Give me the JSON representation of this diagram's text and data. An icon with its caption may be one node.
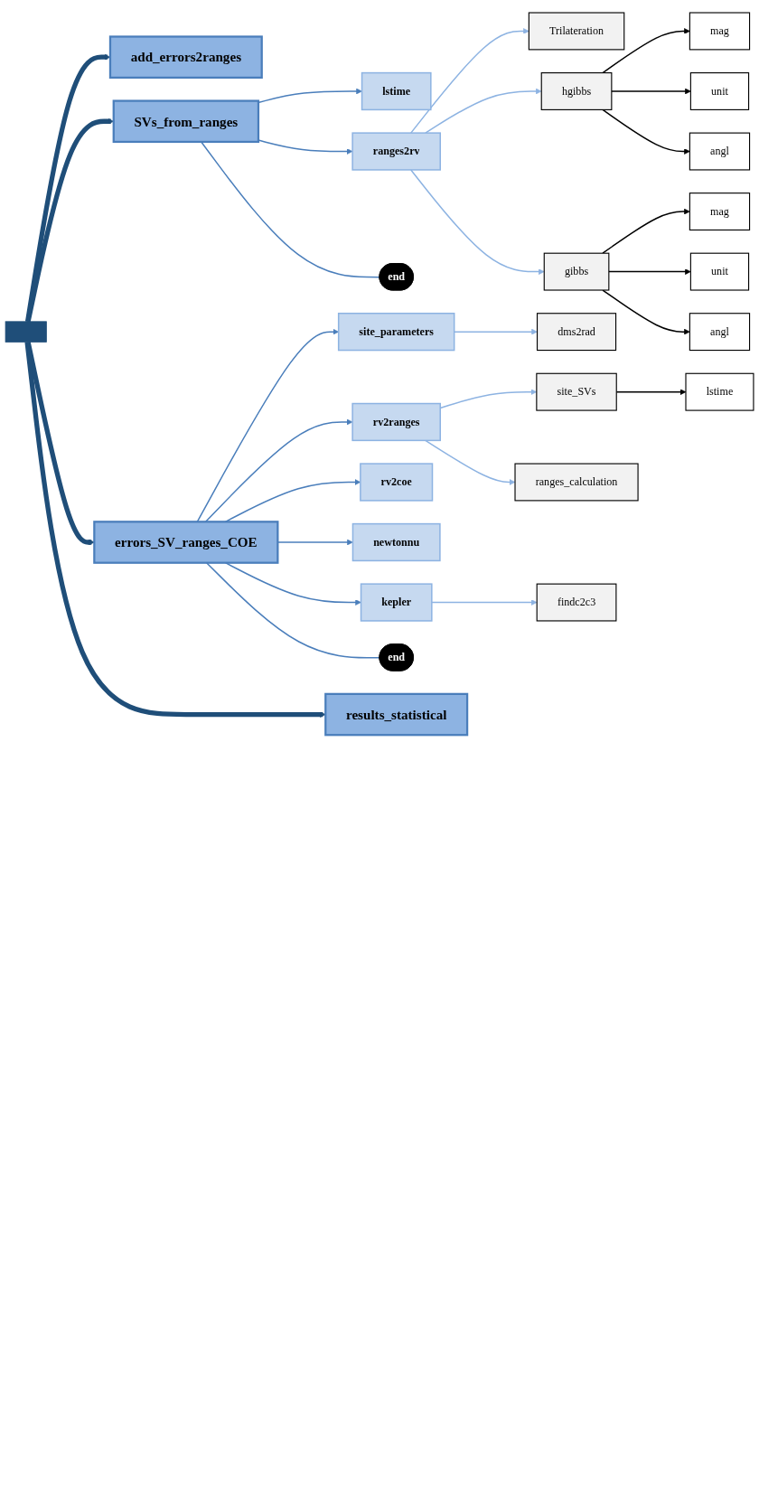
{
  "diagram": {
    "nodes": [
      {
        "text": [],
        "shape": "bar"
      },
      {
        "text": [
          "add_errors2ranges"
        ]
      },
      {
        "text": [
          "SVs_from_ranges"
        ]
      },
      {
        "text": [
          "lstime"
        ]
      },
      {
        "text": [
          "ranges2rv"
        ]
      },
      {
        "text": [
          "Trilateration"
        ]
      },
      {
        "text": [
          "hgibbs"
        ]
      },
      {
        "text": [
          "mag"
        ]
      },
      {
        "text": [
          "unit"
        ]
      },
      {
        "text": [
          "angl"
        ]
      },
      {
        "text": [
          "gibbs"
        ]
      },
      {
        "text": [
          "mag"
        ]
      },
      {
        "text": [
          "unit"
        ]
      },
      {
        "text": [
          "angl"
        ]
      },
      {
        "text": [
          "end"
        ]
      },
      {
        "text": [
          "errors_SV_ranges_COE"
        ]
      },
      {
        "text": [
          "site_parameters"
        ]
      },
      {
        "text": [
          "dms2rad"
        ]
      },
      {
        "text": [
          "rv2ranges"
        ]
      },
      {
        "text": [
          "site_SVs"
        ]
      },
      {
        "text": [
          "lstime"
        ]
      },
      {
        "text": [
          "ranges_calculation"
        ]
      },
      {
        "text": [
          "rv2coe"
        ]
      },
      {
        "text": [
          "newtonnu"
        ]
      },
      {
        "text": [
          "kepler"
        ]
      },
      {
        "text": [
          "findc2c3"
        ]
      },
      {
        "text": [
          "end"
        ]
      },
      {
        "text": [
          "results_statistical"
        ]
      }
    ],
    "edges": [
      {
        "from": 0,
        "to": 1,
        "arrow": "to",
        "style": "thick",
        "color": "#1f4e79"
      },
      {
        "from": 0,
        "to": 2,
        "arrow": "to",
        "style": "thick",
        "color": "#1f4e79"
      },
      {
        "from": 2,
        "to": 3,
        "arrow": "to"
      },
      {
        "from": 2,
        "to": 4,
        "arrow": "to"
      },
      {
        "from": 4,
        "to": 5,
        "arrow": "to",
        "color": "#8db3e2"
      },
      {
        "from": 4,
        "to": 6,
        "arrow": "to",
        "color": "#8db3e2"
      },
      {
        "from": 6,
        "to": 7,
        "arrow": "to",
        "color": "#000000"
      },
      {
        "from": 6,
        "to": 8,
        "arrow": "to",
        "color": "#000000"
      },
      {
        "from": 6,
        "to": 9,
        "arrow": "to",
        "color": "#000000"
      },
      {
        "from": 4,
        "to": 10,
        "arrow": "to",
        "color": "#8db3e2"
      },
      {
        "from": 10,
        "to": 11,
        "arrow": "to",
        "color": "#000000"
      },
      {
        "from": 10,
        "to": 12,
        "arrow": "to",
        "color": "#000000"
      },
      {
        "from": 10,
        "to": 13,
        "arrow": "to",
        "color": "#000000"
      },
      {
        "from": 2,
        "to": 14,
        "arrow": "none"
      },
      {
        "from": 0,
        "to": 15,
        "arrow": "to",
        "style": "thick",
        "color": "#1f4e79"
      },
      {
        "from": 15,
        "to": 16,
        "arrow": "to"
      },
      {
        "from": 16,
        "to": 17,
        "arrow": "to",
        "color": "#8db3e2"
      },
      {
        "from": 15,
        "to": 18,
        "arrow": "to"
      },
      {
        "from": 18,
        "to": 19,
        "arrow": "to",
        "color": "#8db3e2"
      },
      {
        "from": 19,
        "to": 20,
        "arrow": "to",
        "color": "#000000"
      },
      {
        "from": 18,
        "to": 21,
        "arrow": "to",
        "color": "#8db3e2"
      },
      {
        "from": 15,
        "to": 22,
        "arrow": "to"
      },
      {
        "from": 15,
        "to": 23,
        "arrow": "to"
      },
      {
        "from": 15,
        "to": 24,
        "arrow": "to"
      },
      {
        "from": 24,
        "to": 25,
        "arrow": "to",
        "color": "#8db3e2"
      },
      {
        "from": 15,
        "to": 26,
        "arrow": "none"
      },
      {
        "from": 0,
        "to": 27,
        "arrow": "to",
        "style": "thick",
        "color": "#1f4e79"
      }
    ]
  }
}
